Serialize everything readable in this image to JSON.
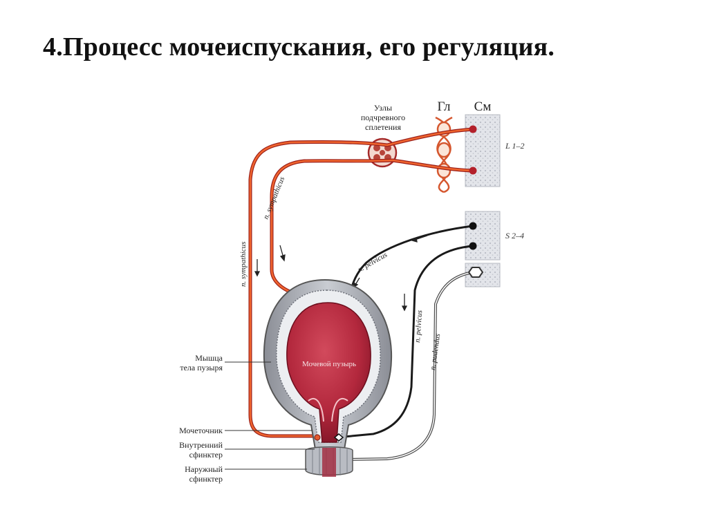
{
  "slide": {
    "title": "4.Процесс мочеиспускания, его регуляция."
  },
  "diagram": {
    "ganglia_label_line1": "Узлы",
    "ganglia_label_line2": "подчревного",
    "ganglia_label_line3": "сплетения",
    "header_gl": "Гл",
    "header_sm": "См",
    "segment_lumbar": "L 1–2",
    "segment_sacral": "S 2–4",
    "nerve_sympathicus_left": "n. sympathicus",
    "nerve_sympathicus_inner": "n. sympathicus",
    "nerve_pelvicus_upper": "n. pelvicus",
    "nerve_pelvicus_lower": "n. pelvicus",
    "nerve_pudendus": "n. pudendus",
    "bladder_label": "Мочевой пузырь",
    "label_muscle_line1": "Мышца",
    "label_muscle_line2": "тела пузыря",
    "label_ureter": "Мочеточник",
    "label_internal_line1": "Внутренний",
    "label_internal_line2": "сфинктер",
    "label_external_line1": "Наружный",
    "label_external_line2": "сфинктер",
    "colors": {
      "sympathetic": "#e2462a",
      "sympathetic_dark": "#9a1f1a",
      "parasympathetic": "#1a1a1a",
      "pudendal": "#5a5a5a",
      "bladder_fill": "#b3283d",
      "spinal_cord": "#dfe1e6"
    }
  }
}
